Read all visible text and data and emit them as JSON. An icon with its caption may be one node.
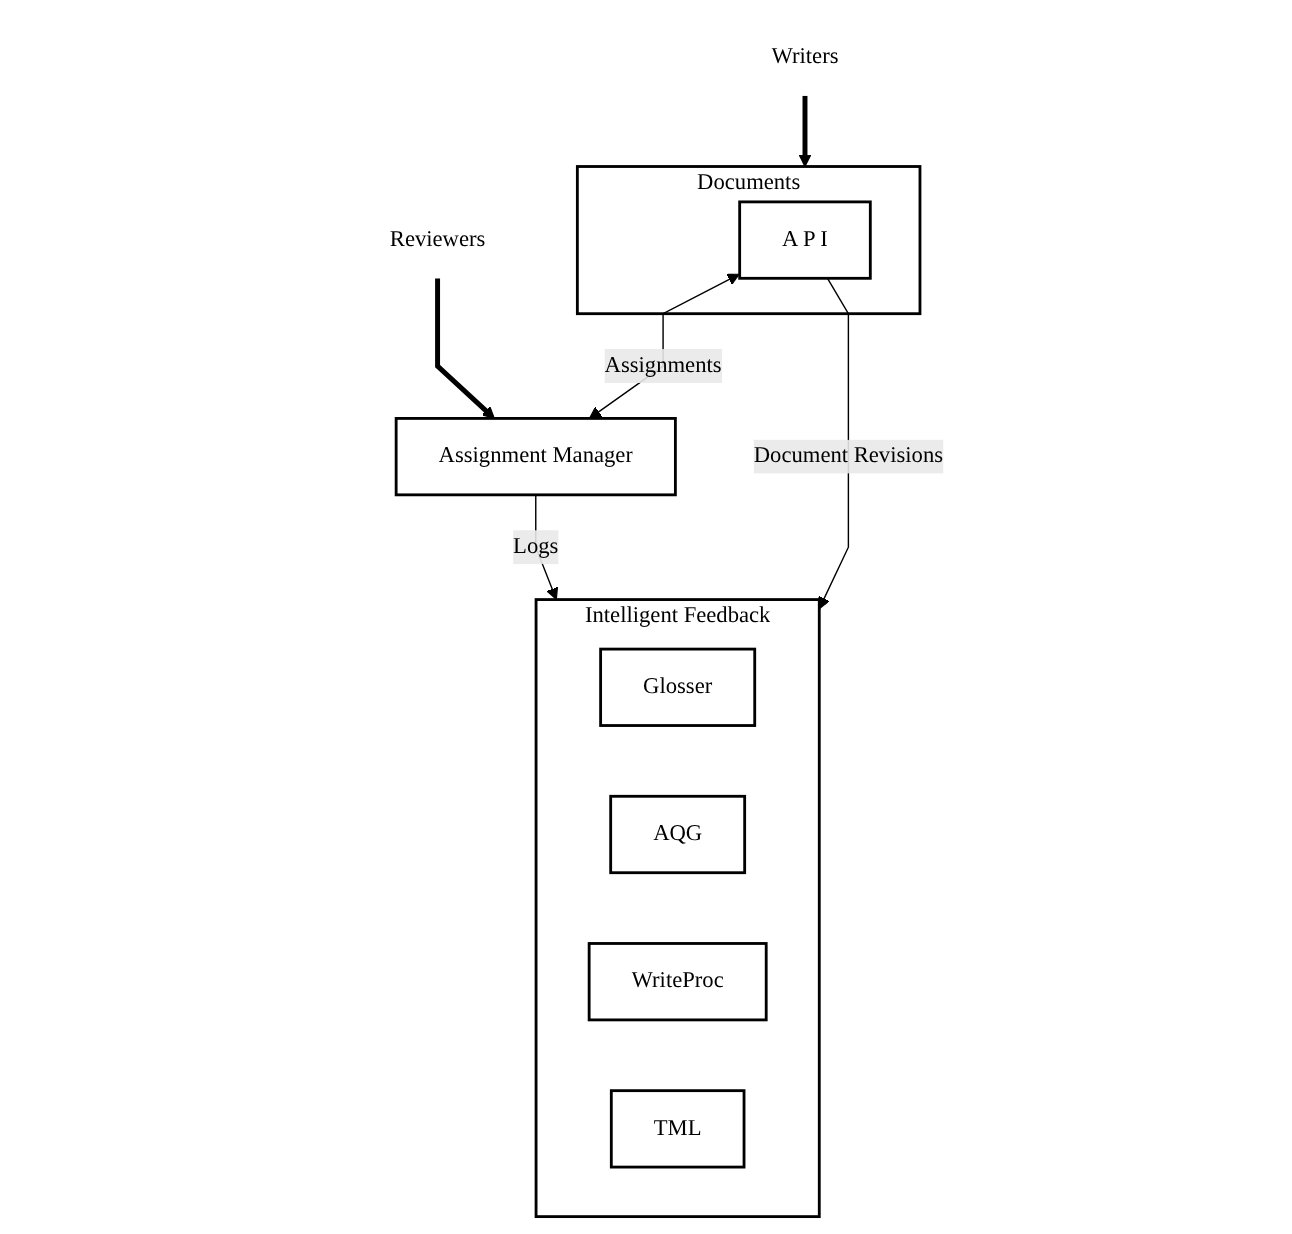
{
  "diagram": {
    "nodes": [
      {
        "text": [
          "Writers"
        ]
      },
      {
        "text": [
          "Reviewers"
        ]
      },
      {
        "text": [
          "Documents"
        ]
      },
      {
        "text": [
          "A P I"
        ],
        "in": 2
      },
      {
        "text": [
          "Assignment Manager"
        ]
      },
      {
        "text": [
          "Intelligent Feedback"
        ]
      },
      {
        "text": [
          "Glosser"
        ],
        "in": 5
      },
      {
        "text": [
          "AQG"
        ],
        "in": 5
      },
      {
        "text": [
          "WriteProc"
        ],
        "in": 5
      },
      {
        "text": [
          "TML"
        ],
        "in": 5
      }
    ],
    "edges": [
      {
        "from": 0,
        "to": 2,
        "arrow": "to",
        "style": "thick"
      },
      {
        "from": 1,
        "to": 4,
        "arrow": "to",
        "style": "thick"
      },
      {
        "from": 3,
        "to": 4,
        "arrow": "both",
        "label": "Assignments"
      },
      {
        "from": 4,
        "to": 5,
        "arrow": "to",
        "label": "Logs"
      },
      {
        "from": 3,
        "to": 5,
        "arrow": "to",
        "label": "Document Revisions"
      }
    ]
  }
}
